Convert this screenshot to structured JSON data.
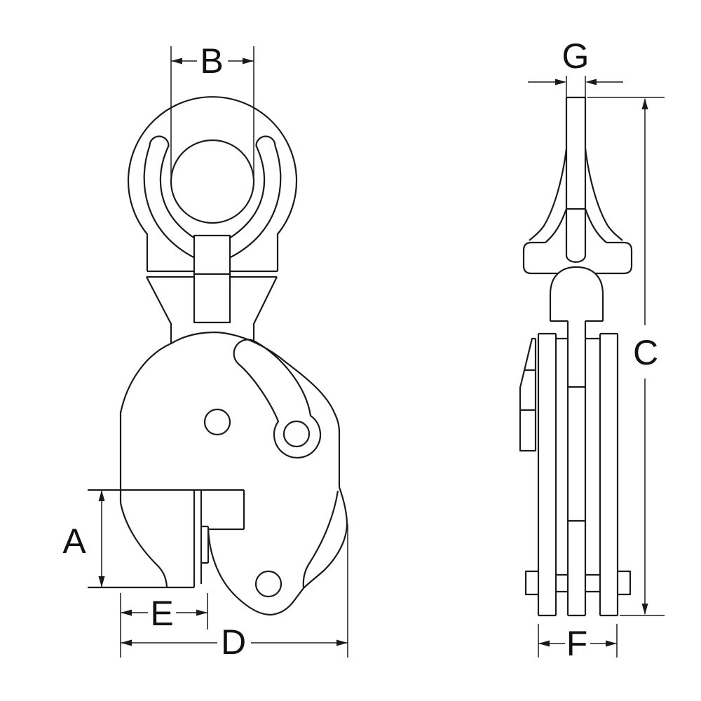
{
  "page": {
    "background_color": "#ffffff",
    "line_color": "#1a1a1a"
  },
  "drawing": {
    "kind": "technical dimension drawing, vertical plate lifting clamp, two views",
    "views": {
      "front": {
        "dimension_labels": {
          "a": "A",
          "b": "B",
          "d": "D",
          "e": "E"
        }
      },
      "side": {
        "dimension_labels": {
          "c": "C",
          "f": "F",
          "g": "G"
        }
      }
    }
  }
}
